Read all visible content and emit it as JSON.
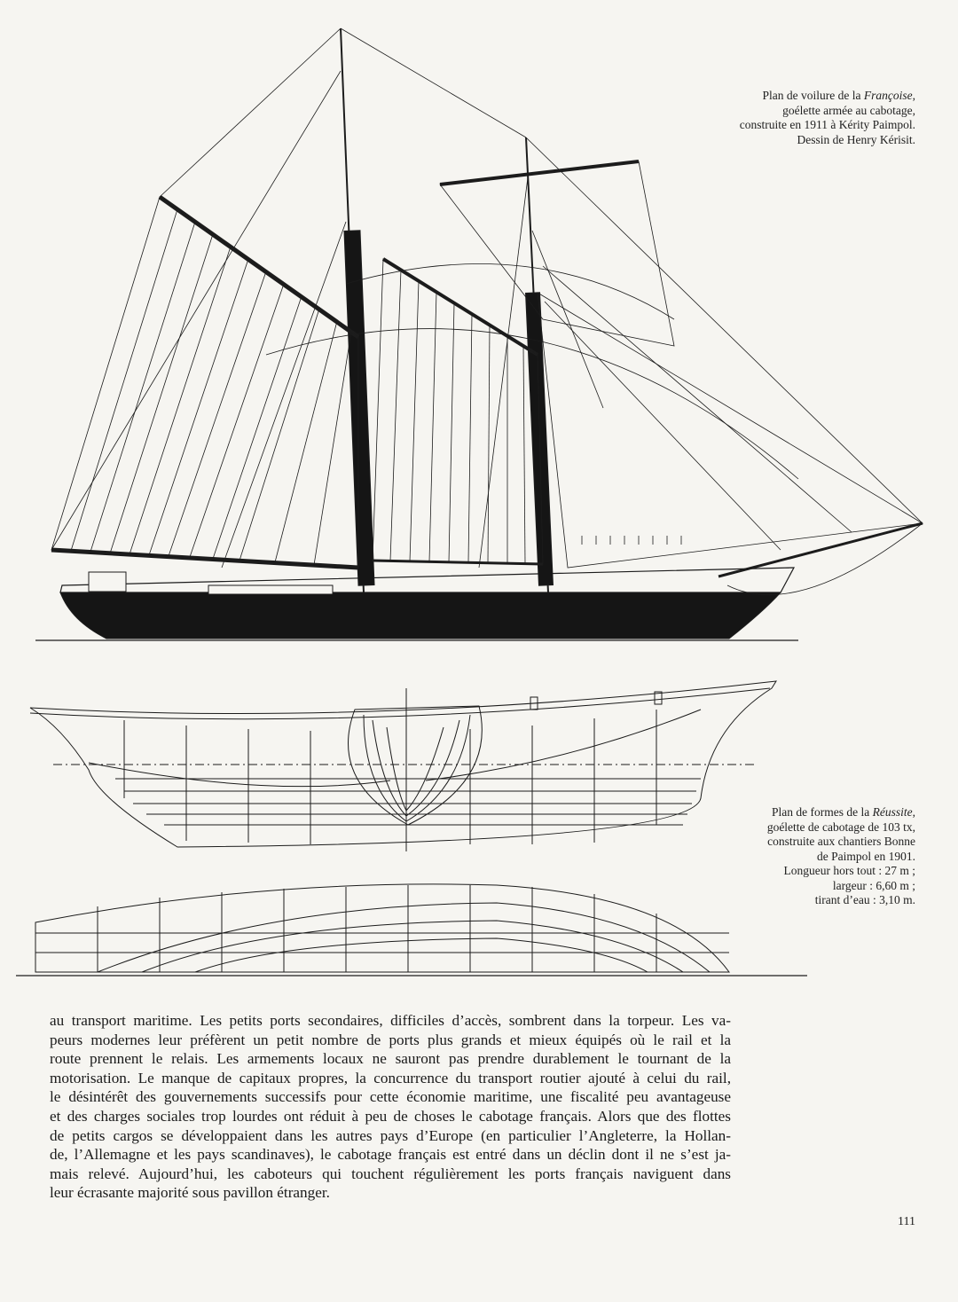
{
  "captions": {
    "sail_plan": [
      {
        "pre": "Plan de voilure de la ",
        "em": "Françoise",
        "post": ","
      },
      {
        "pre": "goélette armée au cabotage,",
        "em": "",
        "post": ""
      },
      {
        "pre": "construite en 1911 à Kérity Paimpol.",
        "em": "",
        "post": ""
      },
      {
        "pre": "Dessin de Henry Kérisit.",
        "em": "",
        "post": ""
      }
    ],
    "lines_plan": [
      {
        "pre": "Plan de formes de la ",
        "em": "Réussite",
        "post": ","
      },
      {
        "pre": "goélette de cabotage de 103 tx,",
        "em": "",
        "post": ""
      },
      {
        "pre": "construite aux chantiers Bonne",
        "em": "",
        "post": ""
      },
      {
        "pre": "de Paimpol en 1901.",
        "em": "",
        "post": ""
      },
      {
        "pre": "Longueur hors tout : 27 m ;",
        "em": "",
        "post": ""
      },
      {
        "pre": "largeur : 6,60 m ;",
        "em": "",
        "post": ""
      },
      {
        "pre": "tirant d’eau : 3,10 m.",
        "em": "",
        "post": ""
      }
    ]
  },
  "body_lines": [
    "au transport maritime. Les petits ports secondaires, difficiles d’accès, sombrent dans la torpeur. Les va-",
    "peurs modernes leur préfèrent un petit nombre de ports plus grands et mieux équipés où le rail et la",
    "route prennent le relais. Les armements locaux ne sauront pas prendre durablement le tournant de la",
    "motorisation. Le manque de capitaux propres, la concurrence du transport routier ajouté à celui du rail,",
    "le désintérêt des gouvernements successifs pour cette économie maritime, une fiscalité peu avantageuse",
    "et des charges sociales trop lourdes ont réduit à peu de choses le cabotage français. Alors que des flottes",
    "de petits cargos se développaient dans les autres pays d’Europe (en particulier l’Angleterre, la Hollan-",
    "de, l’Allemagne et les pays scandinaves), le cabotage français est entré dans un déclin dont il ne s’est ja-",
    "mais relevé. Aujourd’hui, les caboteurs qui touchent régulièrement les ports français naviguent  dans",
    "leur écrasante majorité sous pavillon étranger."
  ],
  "page_number": "111",
  "colors": {
    "ink": "#1c1c1c",
    "paper": "#f6f5f1"
  }
}
